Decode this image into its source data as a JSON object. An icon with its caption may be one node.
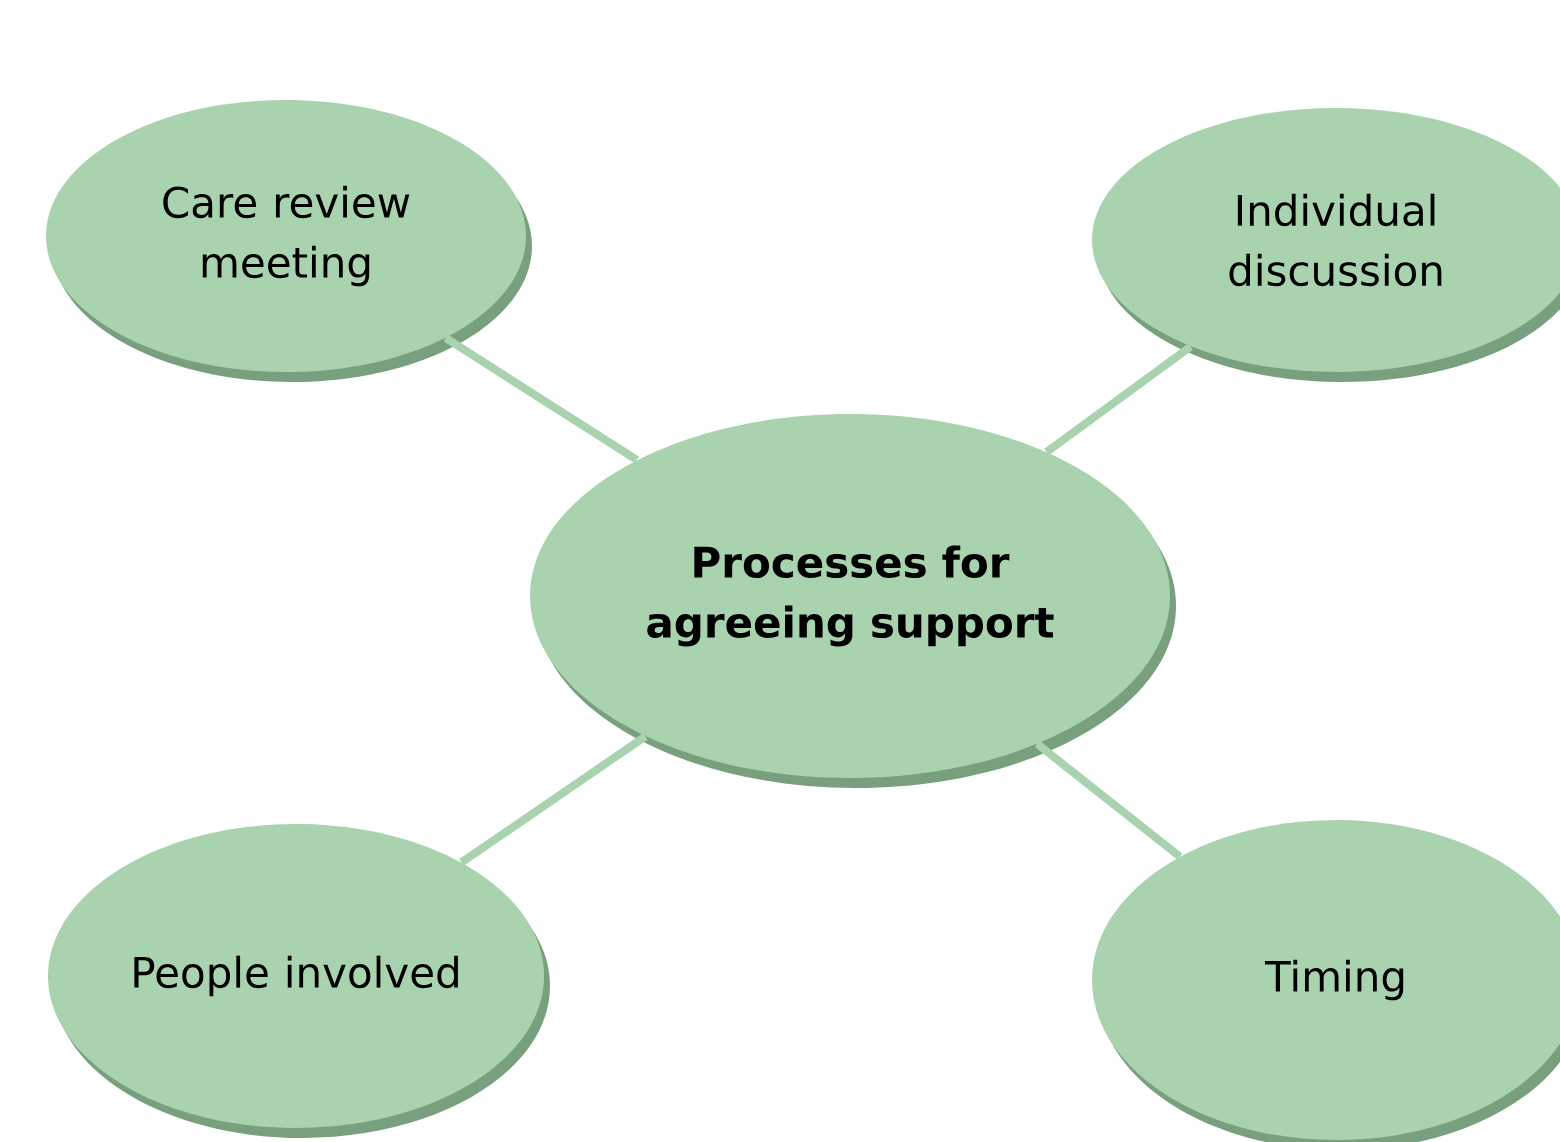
{
  "diagram": {
    "nodes": [
      {
        "text": [
          "Care review meeting"
        ]
      },
      {
        "text": [
          "Individual discussion"
        ]
      },
      {
        "text": [
          "Processes for agreeing support"
        ]
      },
      {
        "text": [
          "People involved"
        ]
      },
      {
        "text": [
          "Timing"
        ]
      }
    ],
    "edges": [
      {
        "from": 2,
        "to": 0,
        "arrow": "none"
      },
      {
        "from": 2,
        "to": 1,
        "arrow": "none"
      },
      {
        "from": 2,
        "to": 3,
        "arrow": "none"
      },
      {
        "from": 2,
        "to": 4,
        "arrow": "none"
      }
    ]
  }
}
